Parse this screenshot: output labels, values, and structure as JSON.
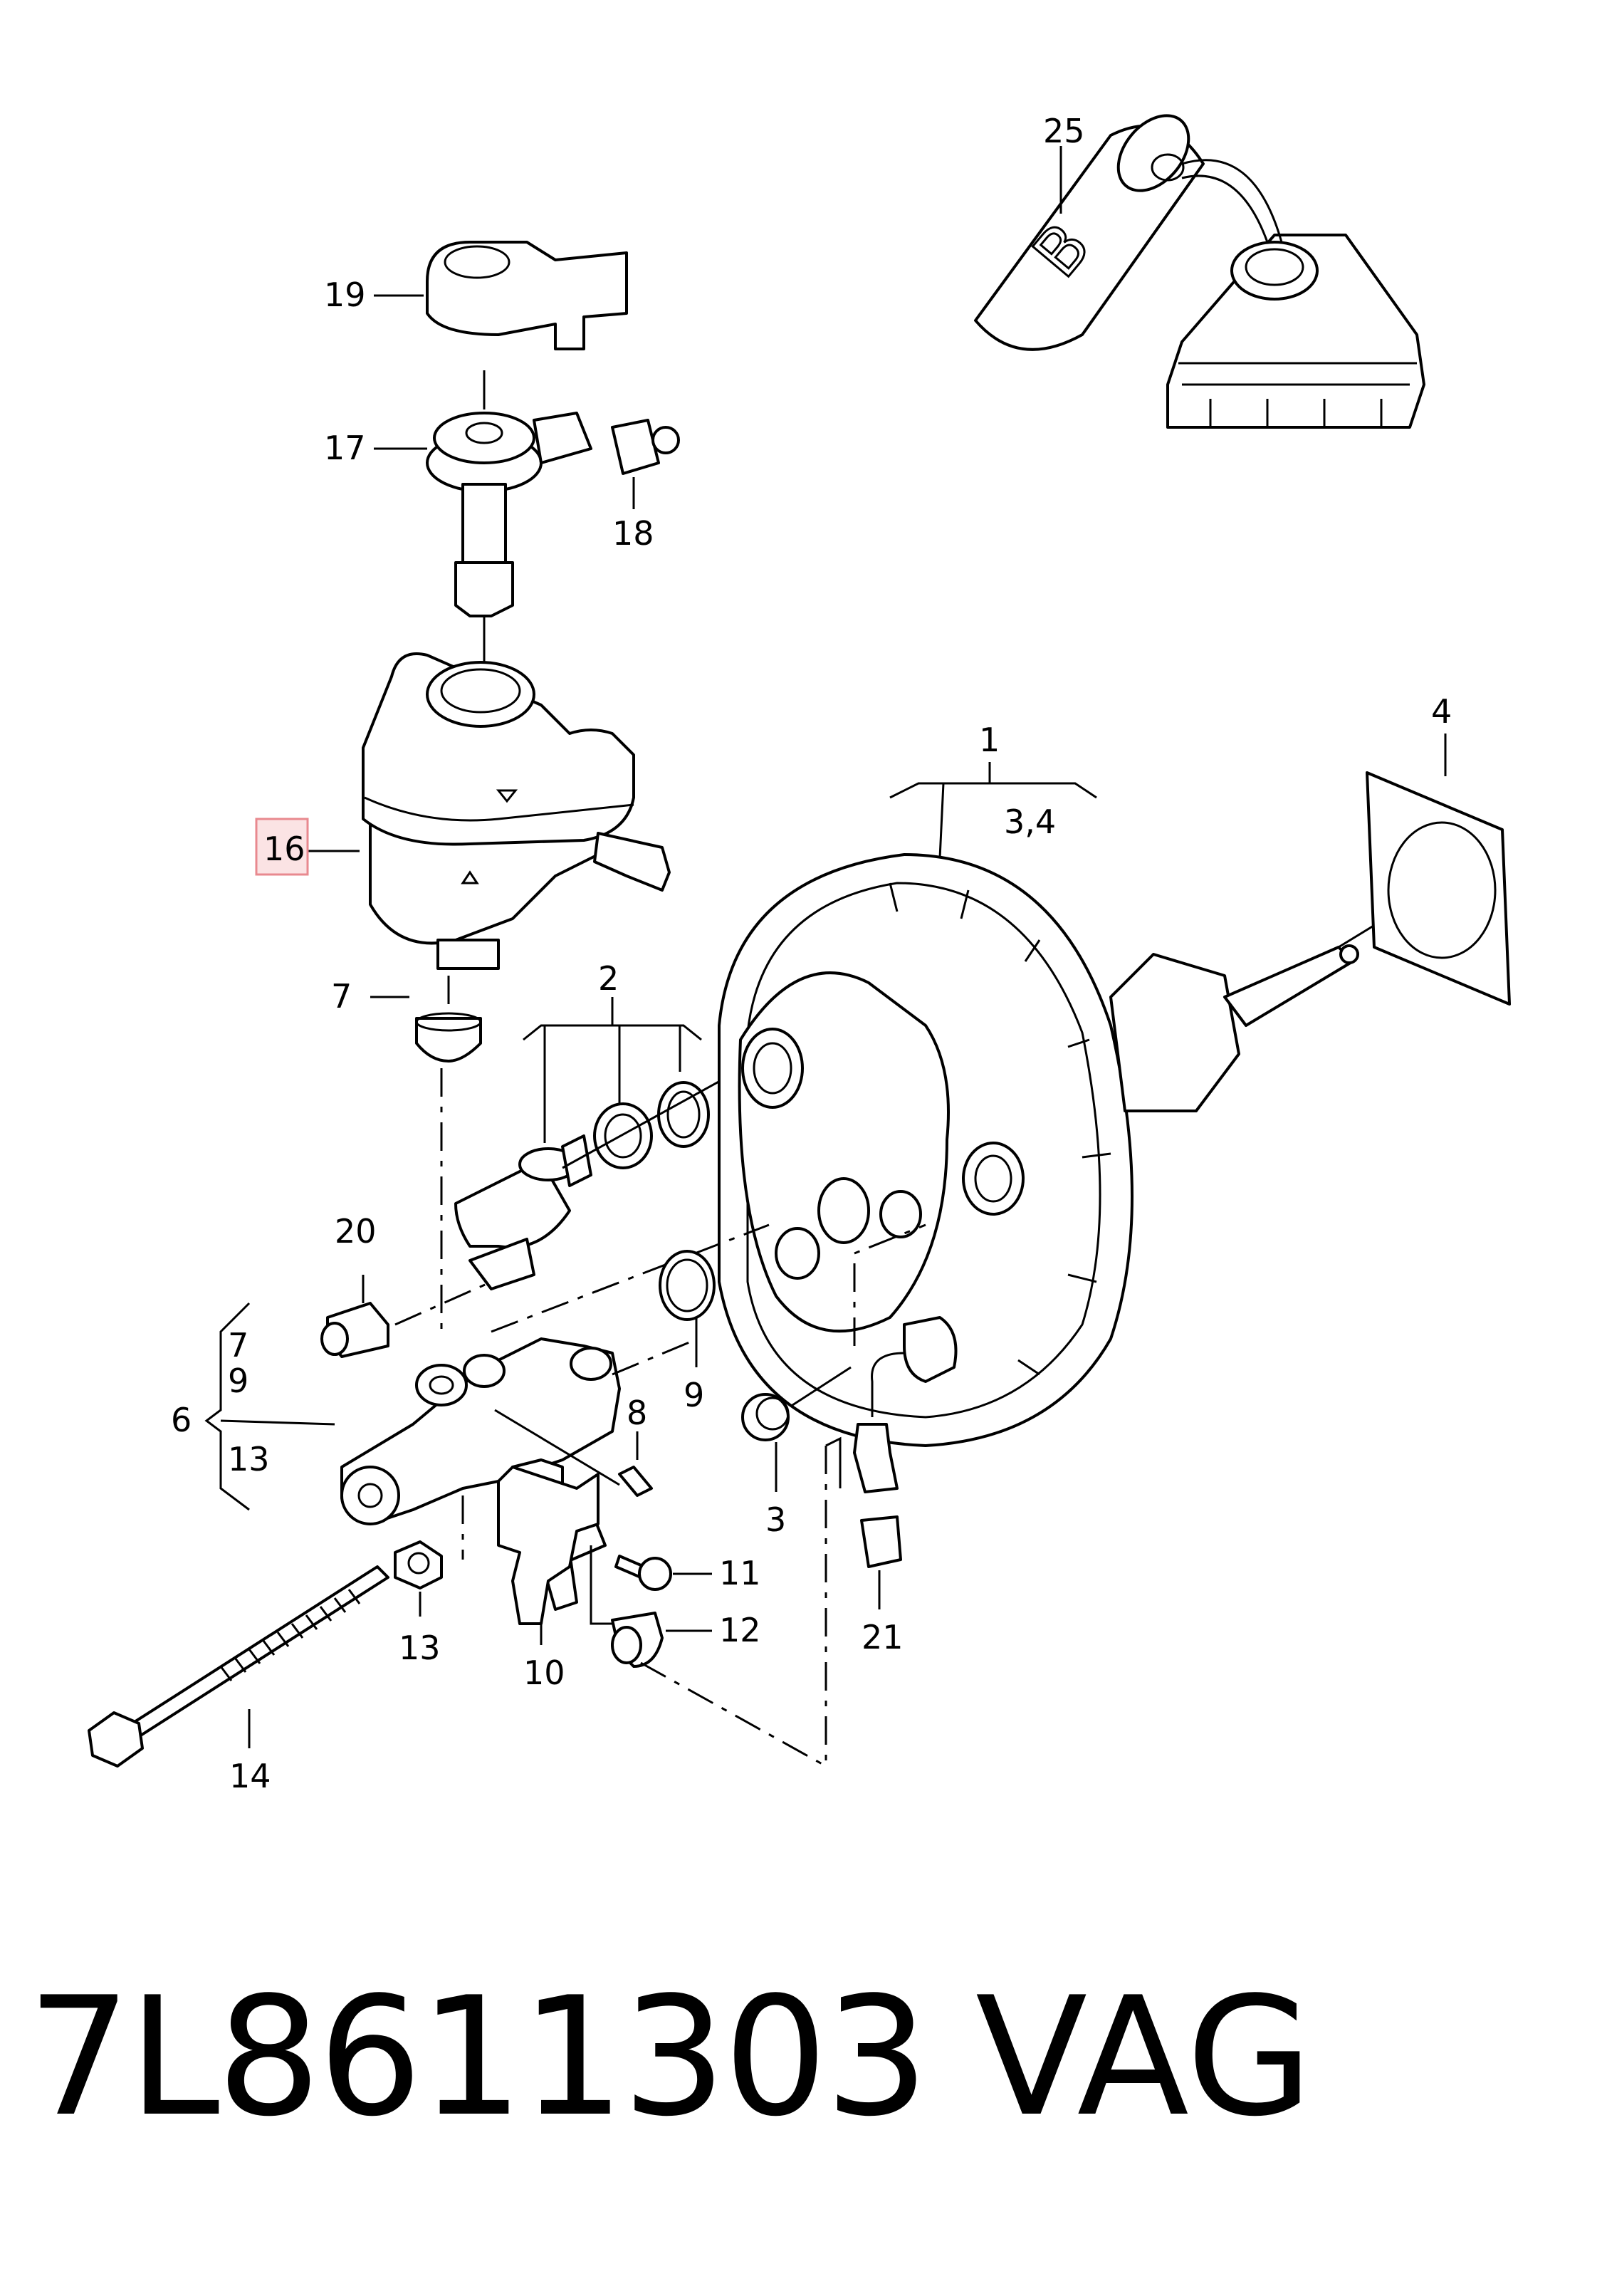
{
  "callouts": {
    "c1": "1",
    "c2": "2",
    "c3": "3",
    "c34": "3,4",
    "c4": "4",
    "c6": "6",
    "c7a": "7",
    "c7b": "7",
    "c8": "8",
    "c9a": "9",
    "c9b": "9",
    "c10": "10",
    "c11": "11",
    "c12": "12",
    "c13a": "13",
    "c13b": "13",
    "c14": "14",
    "c16": "16",
    "c17": "17",
    "c18": "18",
    "c19": "19",
    "c20": "20",
    "c21": "21",
    "c25": "25"
  },
  "reservoir_mark": "B",
  "highlight_color": "#e8898f",
  "highlight_fill": "#fbe3e4",
  "footer": {
    "part_number": "7L8611303",
    "brand": "VAG"
  }
}
